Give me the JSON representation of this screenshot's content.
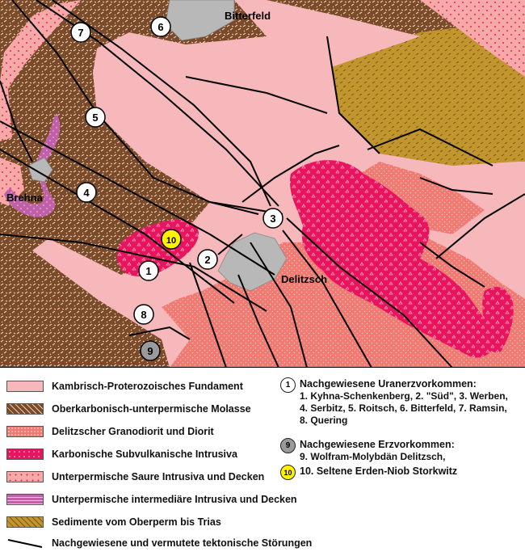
{
  "map": {
    "towns": {
      "bitterfeld": "Bitterfeld",
      "brehna": "Brehna",
      "delitzsch": "Delitzsch"
    },
    "markers": [
      {
        "num": "1",
        "kind": "uranium"
      },
      {
        "num": "2",
        "kind": "uranium"
      },
      {
        "num": "3",
        "kind": "uranium"
      },
      {
        "num": "4",
        "kind": "uranium"
      },
      {
        "num": "5",
        "kind": "uranium"
      },
      {
        "num": "6",
        "kind": "uranium"
      },
      {
        "num": "7",
        "kind": "uranium"
      },
      {
        "num": "8",
        "kind": "uranium"
      },
      {
        "num": "9",
        "kind": "ore"
      },
      {
        "num": "10",
        "kind": "rare-earth"
      }
    ],
    "colors": {
      "fundament": "#f6b8bb",
      "molasse": "#7a4a2a",
      "granodiorit": "#f07a72",
      "subvulkan": "#e8145e",
      "saure_intrusiva": "#f7a9a9",
      "intermediaer": "#c060a8",
      "oberperm_trias": "#c2962e",
      "town": "#b8b8b8"
    }
  },
  "legend": {
    "units": [
      {
        "label": "Kambrisch-Proterozoisches Fundament"
      },
      {
        "label": "Oberkarbonisch-unterpermische Molasse"
      },
      {
        "label": "Delitzscher Granodiorit und Diorit"
      },
      {
        "label": "Karbonische Subvulkanische Intrusiva"
      },
      {
        "label": "Unterpermische Saure Intrusiva und Decken"
      },
      {
        "label": "Unterpermische intermediäre Intrusiva und Decken"
      },
      {
        "label": "Sedimente vom Oberperm bis Trias"
      },
      {
        "label": "Nachgewiesene und vermutete tektonische Störungen"
      }
    ],
    "uranium": {
      "badge": "1",
      "title": "Nachgewiesene Uranerzvorkommen:",
      "lines": [
        "1. Kyhna-Schenkenberg, 2. \"Süd\", 3. Werben,",
        "4. Serbitz, 5. Roitsch, 6. Bitterfeld, 7. Ramsin,",
        "8. Quering"
      ]
    },
    "ore": {
      "badge": "9",
      "title": "Nachgewiesene Erzvorkommen:",
      "lines": [
        "9. Wolfram-Molybdän Delitzsch,"
      ]
    },
    "rare_earth": {
      "badge": "10",
      "lines": [
        "10. Seltene Erden-Niob Storkwitz"
      ]
    }
  }
}
